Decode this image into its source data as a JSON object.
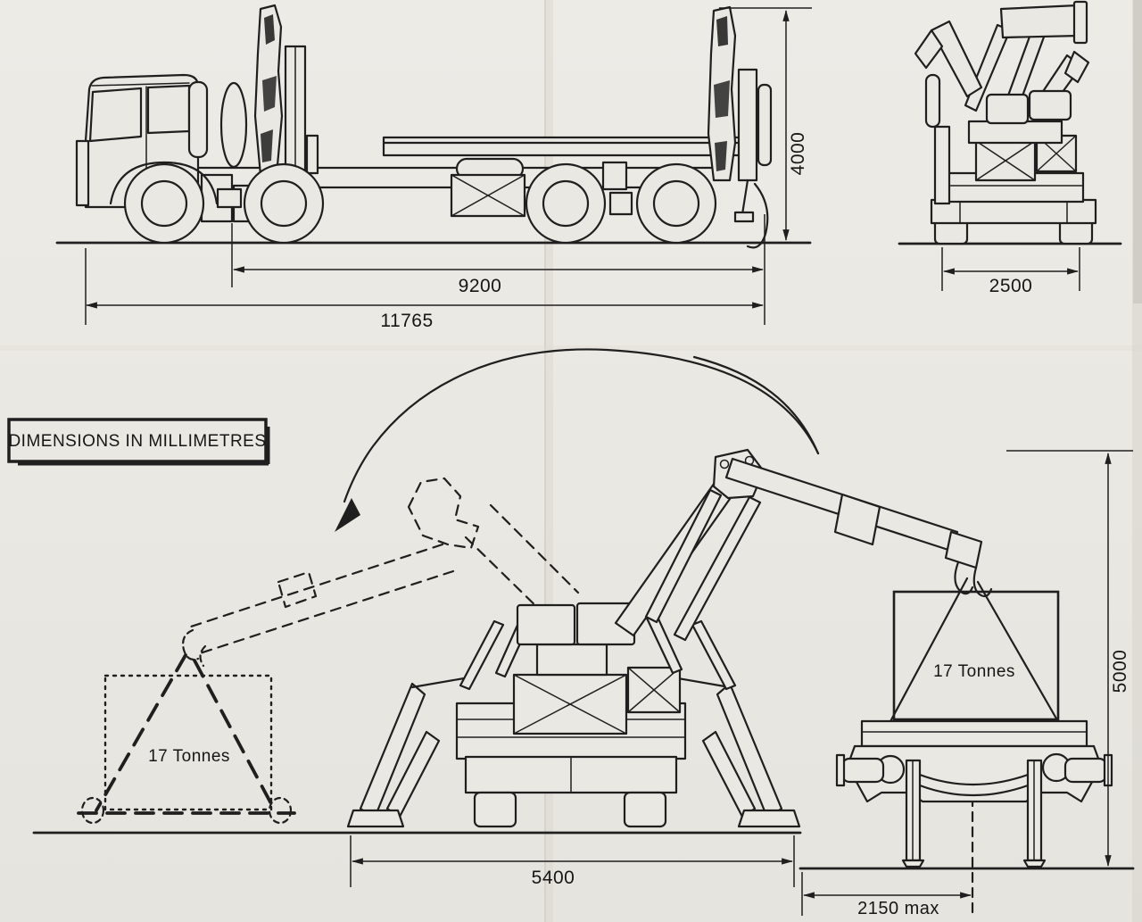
{
  "colors": {
    "paper": "#eae8e2",
    "ink": "#1f1f1f"
  },
  "note": {
    "text": "DIMENSIONS IN MILLIMETRES"
  },
  "side_view": {
    "dim_body_length": "9200",
    "dim_overall_length": "11765",
    "dim_height": "4000"
  },
  "rear_view": {
    "dim_width": "2500"
  },
  "working_view": {
    "dim_spread": "5400",
    "load_label": "17 Tonnes"
  },
  "lift_view": {
    "dim_height": "5000",
    "dim_track": "2150 max",
    "load_label": "17 Tonnes"
  }
}
